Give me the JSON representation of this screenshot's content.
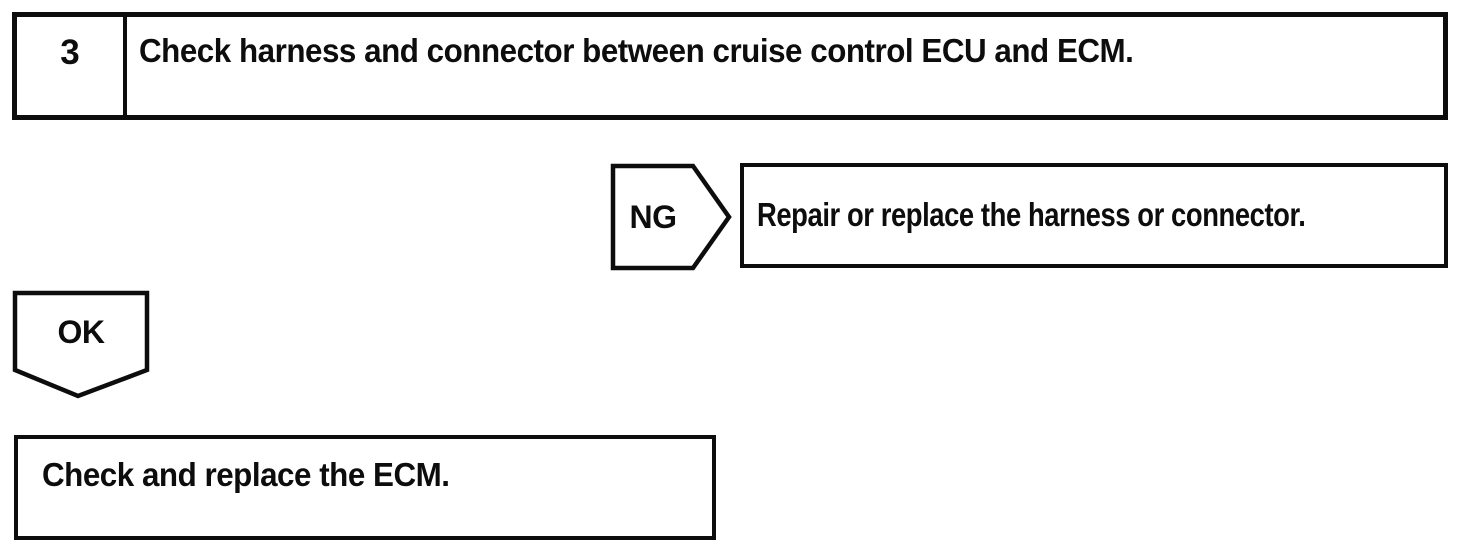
{
  "page": {
    "background": "#ffffff",
    "ink": "#0d0d0d"
  },
  "flowchart": {
    "step_box": {
      "number": "3",
      "instruction": "Check harness and connector between cruise control ECU and ECM."
    },
    "ng_branch": {
      "label": "NG",
      "result": "Repair or replace the harness or connector."
    },
    "ok_branch": {
      "label": "OK"
    },
    "final_box": {
      "text": "Check and replace the ECM."
    }
  }
}
